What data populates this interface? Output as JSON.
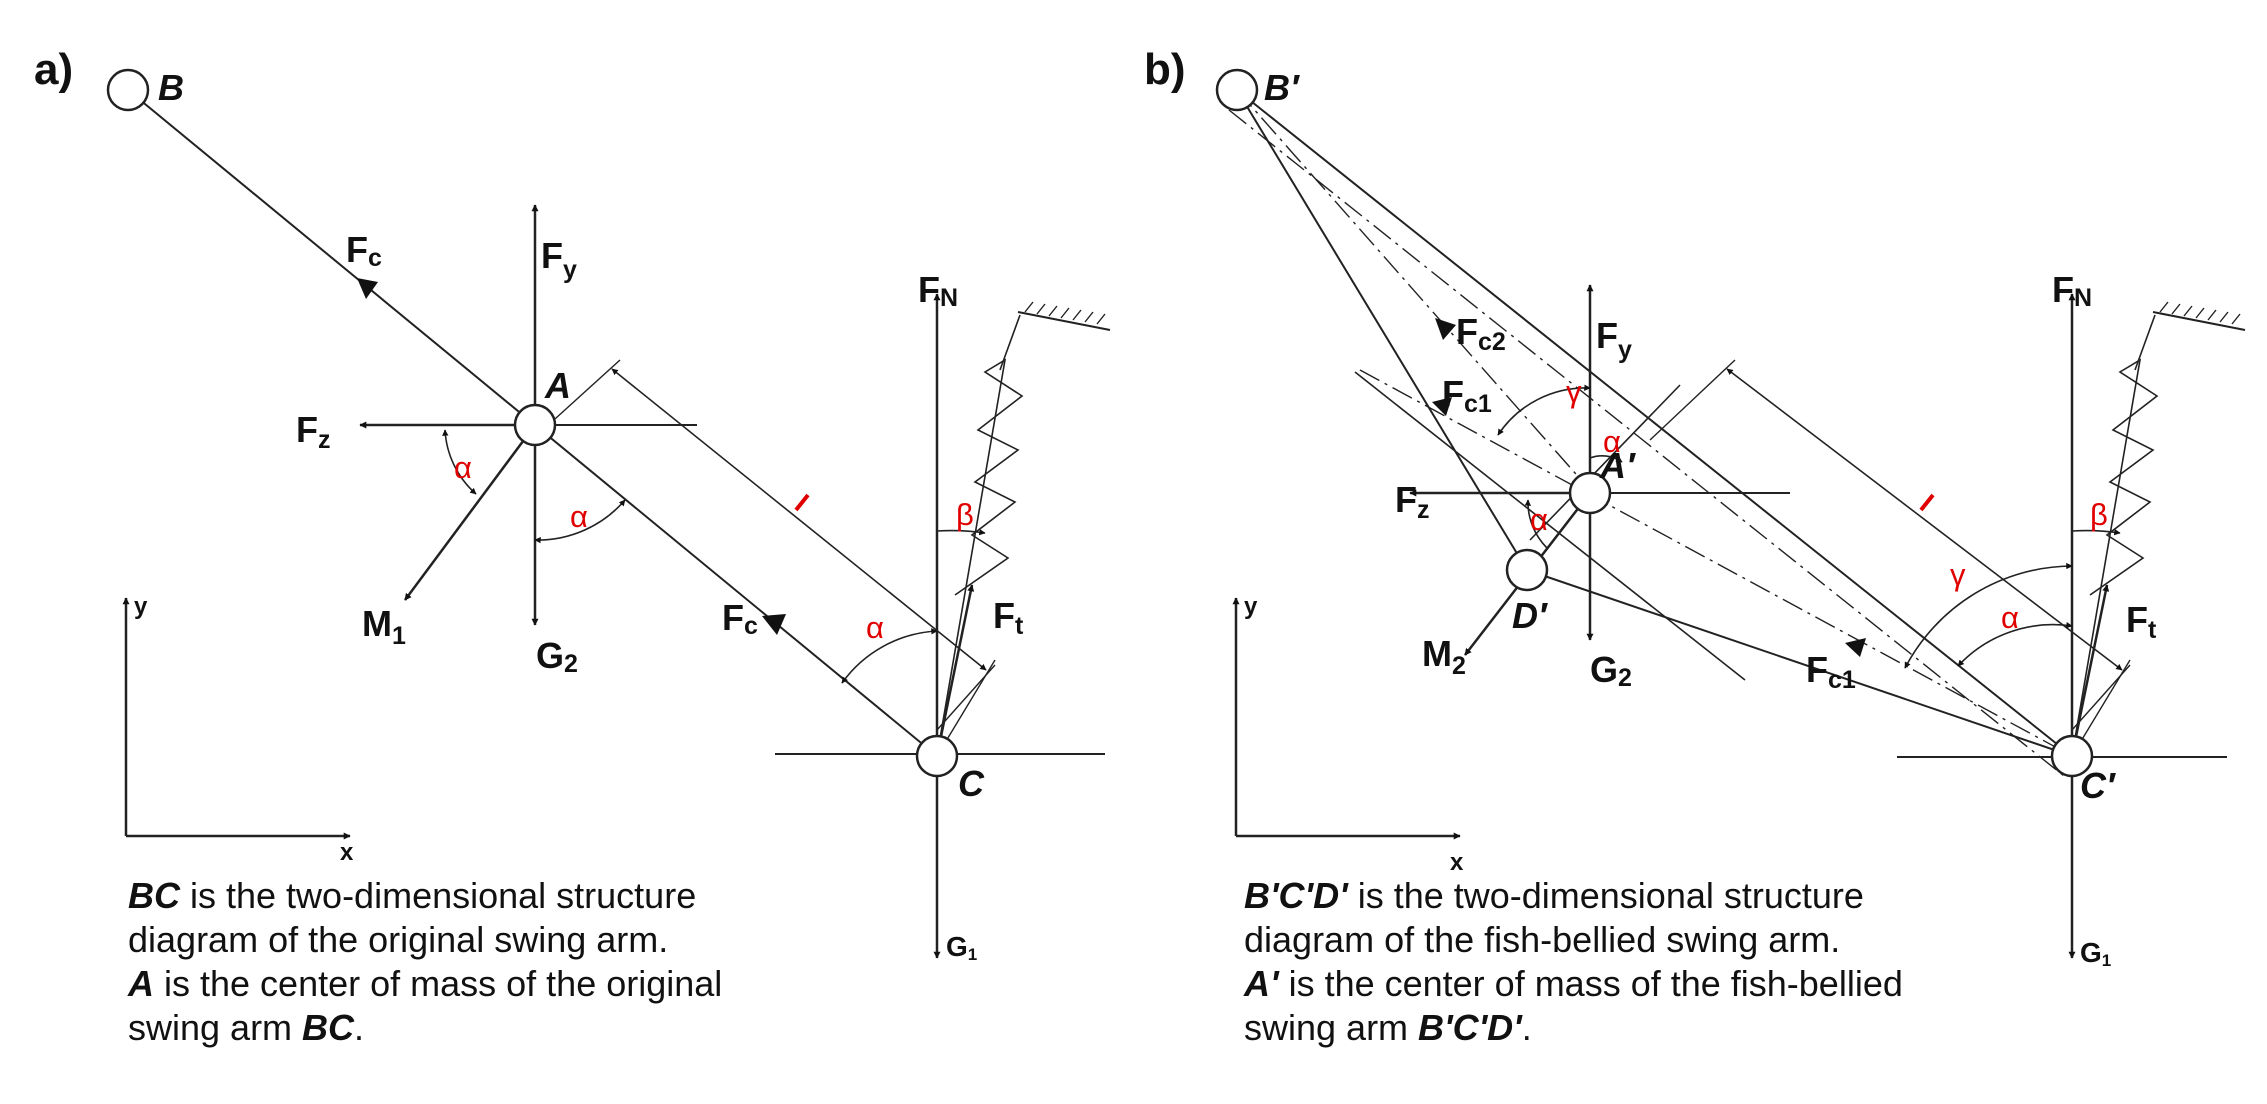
{
  "panel_a": {
    "tag": "a)",
    "points": {
      "B": "B",
      "A": "A",
      "C": "C"
    },
    "forces": {
      "Fc": {
        "main": "F",
        "sub": "c"
      },
      "Fy": {
        "main": "F",
        "sub": "y"
      },
      "FN": {
        "main": "F",
        "sub": "N"
      },
      "Fz": {
        "main": "F",
        "sub": "z"
      },
      "M": {
        "main": "M",
        "sub": "1"
      },
      "G2": {
        "main": "G",
        "sub": "2"
      },
      "Ft": {
        "main": "F",
        "sub": "t"
      },
      "G1": {
        "main": "G",
        "sub": "1"
      }
    },
    "length": "L",
    "angles": {
      "alpha": "α",
      "beta": "β"
    },
    "axes": {
      "x": "x",
      "y": "y"
    },
    "caption": {
      "l1_bold": "BC",
      "l1_rest": " is the two-dimensional structure",
      "l2": "diagram of the original swing arm.",
      "l3_bold": "A",
      "l3_rest": " is the center of mass of the original",
      "l4_rest": "swing arm ",
      "l4_bold": "BC",
      "l4_end": "."
    }
  },
  "panel_b": {
    "tag": "b)",
    "points": {
      "B": "B′",
      "A": "A′",
      "C": "C′",
      "D": "D′"
    },
    "forces": {
      "Fc2": {
        "main": "F",
        "sub": "c2"
      },
      "Fc1": {
        "main": "F",
        "sub": "c1"
      },
      "Fy": {
        "main": "F",
        "sub": "y"
      },
      "FN": {
        "main": "F",
        "sub": "N"
      },
      "Fz": {
        "main": "F",
        "sub": "z"
      },
      "M": {
        "main": "M",
        "sub": "2"
      },
      "G2": {
        "main": "G",
        "sub": "2"
      },
      "Ft": {
        "main": "F",
        "sub": "t"
      },
      "G1": {
        "main": "G",
        "sub": "1"
      }
    },
    "length": "L",
    "angles": {
      "alpha": "α",
      "beta": "β",
      "gamma": "γ"
    },
    "axes": {
      "x": "x",
      "y": "y"
    },
    "caption": {
      "l1_bold": "B'C'D'",
      "l1_rest": "  is the two-dimensional structure",
      "l2": "diagram of the fish-bellied swing arm.",
      "l3_bold": "A'",
      "l3_rest": " is the center of mass of the fish-bellied",
      "l4_rest": "swing arm ",
      "l4_bold": "B'C'D'",
      "l4_end": "."
    }
  }
}
